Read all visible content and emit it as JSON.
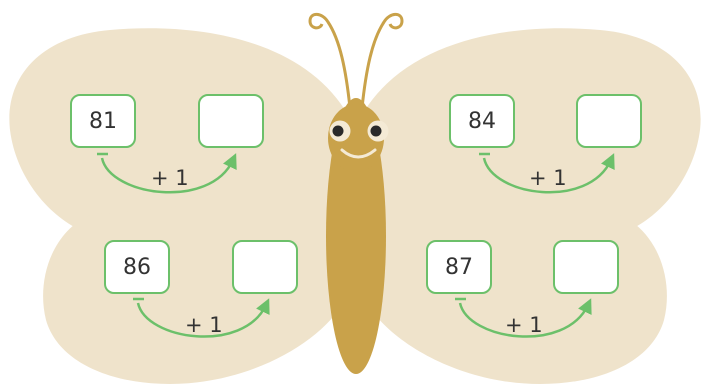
{
  "colors": {
    "wing": "#efe3cb",
    "body": "#c9a24a",
    "antenna": "#c9a24a",
    "box_border": "#6cc06a",
    "arrow": "#6cc06a",
    "text": "#333333"
  },
  "problems": [
    {
      "start": "81",
      "answer": "",
      "operation": "+ 1"
    },
    {
      "start": "84",
      "answer": "",
      "operation": "+ 1"
    },
    {
      "start": "86",
      "answer": "",
      "operation": "+ 1"
    },
    {
      "start": "87",
      "answer": "",
      "operation": "+ 1"
    }
  ]
}
